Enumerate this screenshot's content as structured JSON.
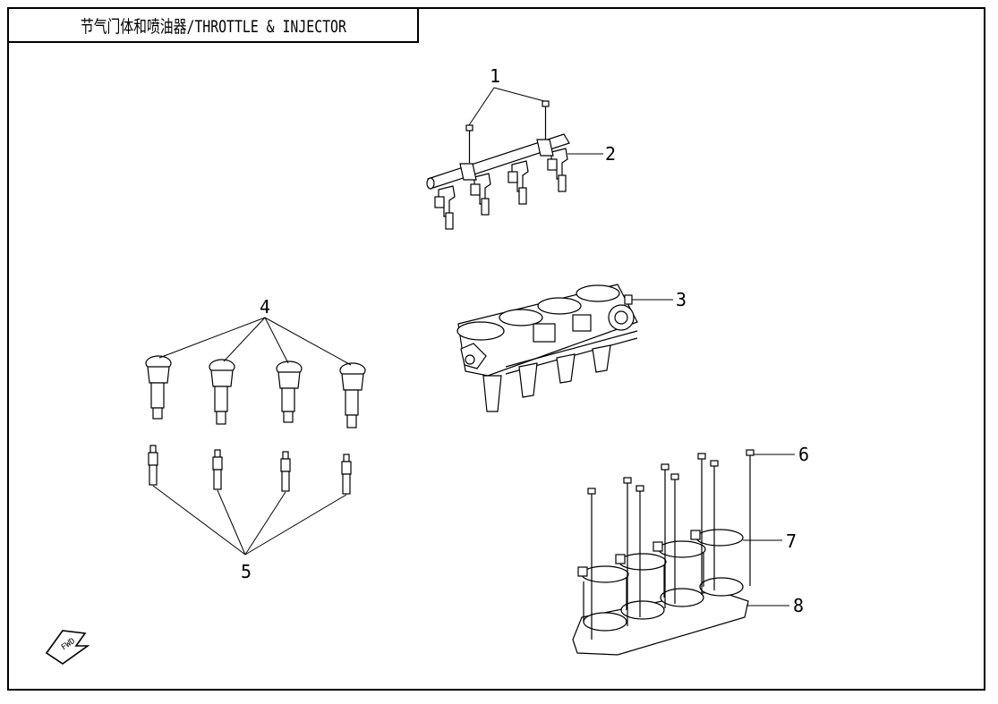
{
  "title": "节气门体和喷油器/THROTTLE & INJECTOR",
  "callouts": [
    {
      "number": "1",
      "part": "bolt"
    },
    {
      "number": "2",
      "part": "fuel-rail-injector"
    },
    {
      "number": "3",
      "part": "throttle-body"
    },
    {
      "number": "4",
      "part": "ignition-coil"
    },
    {
      "number": "5",
      "part": "spark-plug"
    },
    {
      "number": "6",
      "part": "bolt"
    },
    {
      "number": "7",
      "part": "clamp"
    },
    {
      "number": "8",
      "part": "intake-manifold"
    }
  ],
  "fwd_marker": "FWD",
  "colors": {
    "line": "#000000",
    "background": "#ffffff"
  }
}
